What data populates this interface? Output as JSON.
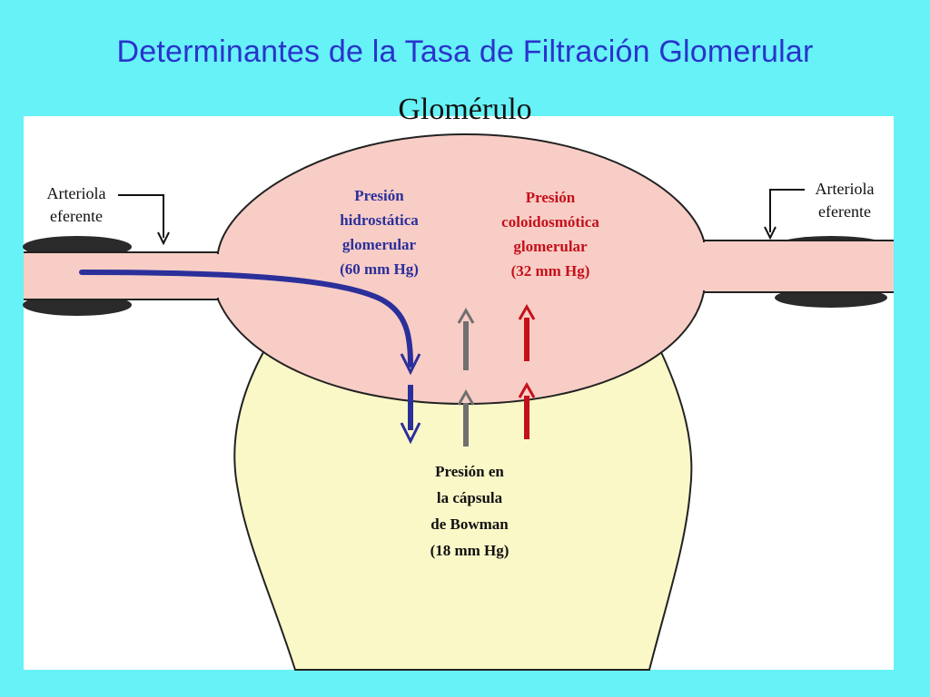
{
  "title": "Determinantes de la Tasa de Filtración Glomerular",
  "glomerulo_label": "Glomérulo",
  "left_arteriole": {
    "line1": "Arteriola",
    "line2": "eferente"
  },
  "right_arteriole": {
    "line1": "Arteriola",
    "line2": "eferente"
  },
  "hydrostatic": {
    "line1": "Presión",
    "line2": "hidrostática",
    "line3": "glomerular",
    "line4": "(60 mm Hg)"
  },
  "oncotic": {
    "line1": "Presión",
    "line2": "coloidosmótica",
    "line3": "glomerular",
    "line4": "(32 mm Hg)"
  },
  "bowman": {
    "line1": "Presión en",
    "line2": "la cápsula",
    "line3": "de Bowman",
    "line4": "(18 mm Hg)"
  },
  "colors": {
    "background": "#66f2f7",
    "title": "#2a33cc",
    "glomerulus_fill": "#f8cdc6",
    "capsule_fill": "#fbf8c8",
    "hydrostatic_arrow": "#2b2f9a",
    "bowman_arrow": "#707070",
    "oncotic_arrow": "#c4101a"
  }
}
